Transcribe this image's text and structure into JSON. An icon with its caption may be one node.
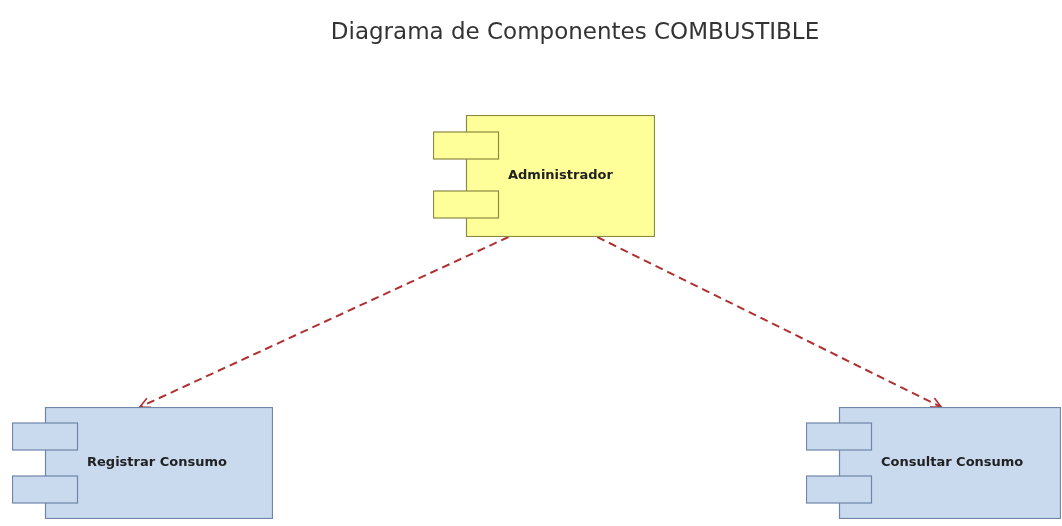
{
  "diagram": {
    "title": "Diagrama de Componentes COMBUSTIBLE",
    "nodes": [
      {
        "text": [
          "Administrador"
        ]
      },
      {
        "text": [
          "Registrar Consumo"
        ]
      },
      {
        "text": [
          "Consultar Consumo"
        ]
      }
    ],
    "edges": [
      {
        "from": 0,
        "to": 1,
        "arrow": "to",
        "style": "dashed"
      },
      {
        "from": 0,
        "to": 2,
        "arrow": "to",
        "style": "dashed"
      }
    ]
  }
}
